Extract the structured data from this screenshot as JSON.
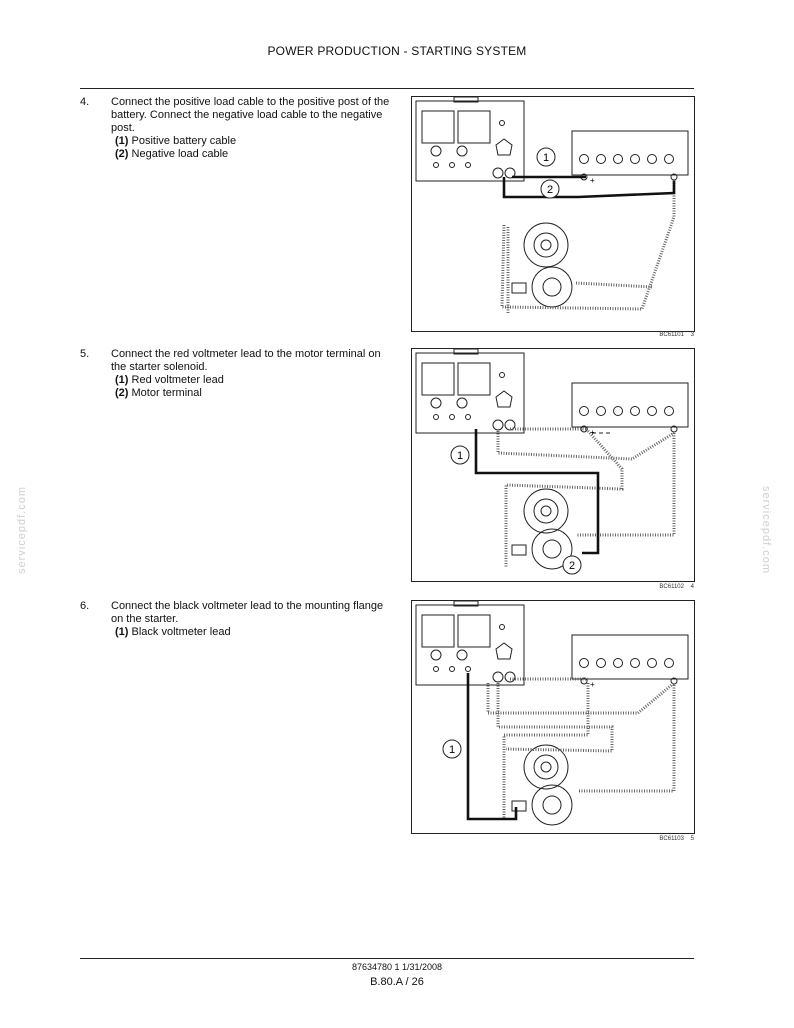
{
  "header": {
    "title": "POWER PRODUCTION - STARTING SYSTEM"
  },
  "steps": [
    {
      "number": "4.",
      "text": "Connect the positive load cable to the positive post of the battery. Connect the negative load cable to the negative post.",
      "items": [
        {
          "label": "(1)",
          "text": "Positive battery cable"
        },
        {
          "label": "(2)",
          "text": "Negative load cable"
        }
      ],
      "figure": {
        "code": "BC61101",
        "index": "3",
        "callouts": [
          "1",
          "2"
        ]
      }
    },
    {
      "number": "5.",
      "text": "Connect the red voltmeter lead to the motor terminal on the starter solenoid.",
      "items": [
        {
          "label": "(1)",
          "text": "Red voltmeter lead"
        },
        {
          "label": "(2)",
          "text": "Motor terminal"
        }
      ],
      "figure": {
        "code": "BC61102",
        "index": "4",
        "callouts": [
          "1",
          "2"
        ]
      }
    },
    {
      "number": "6.",
      "text": "Connect the black voltmeter lead to the mounting flange on the starter.",
      "items": [
        {
          "label": "(1)",
          "text": "Black voltmeter lead"
        }
      ],
      "figure": {
        "code": "BC61103",
        "index": "5",
        "callouts": [
          "1"
        ]
      }
    }
  ],
  "watermark": "servicepdf.com",
  "footer": {
    "doc": "87634780 1 1/31/2008",
    "page": "B.80.A / 26"
  }
}
